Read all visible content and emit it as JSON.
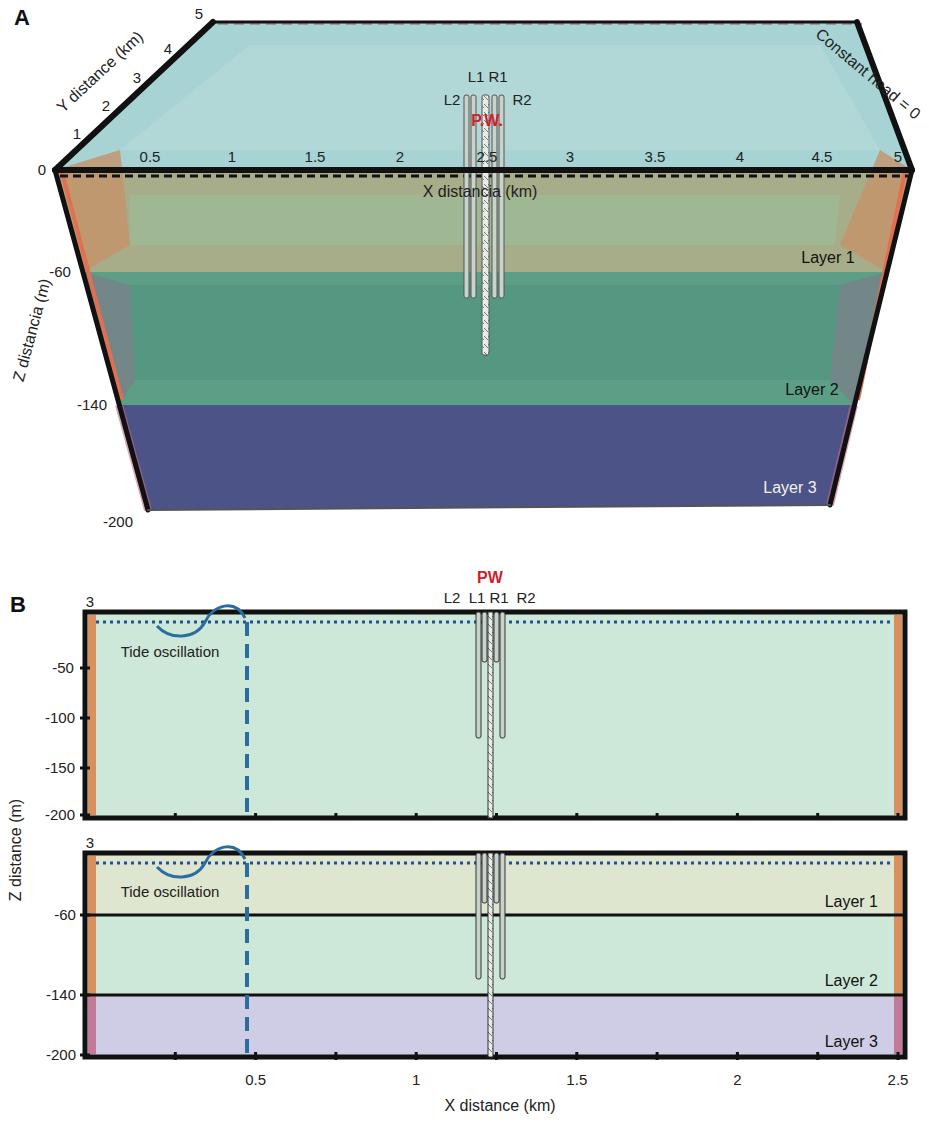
{
  "diagram": {
    "nodes": [
      {
        "text": [
          "Layer 1"
        ]
      },
      {
        "text": [
          "Layer 2"
        ]
      },
      {
        "text": [
          "Layer 3"
        ]
      }
    ],
    "labels": [
      "A",
      "Y distance (km)",
      "1",
      "2",
      "3",
      "4",
      "5",
      "0",
      "0.5",
      "1",
      "1.5",
      "2",
      "2.5",
      "3",
      "3.5",
      "4",
      "4.5",
      "5",
      "X distancia (km)",
      "Constant head = 0",
      "L1",
      "R1",
      "L2",
      "R2",
      "P.W.",
      "Z distancia (m)",
      "-60",
      "-140",
      "-200",
      "Layer 1",
      "Layer 2",
      "Layer 3",
      "B",
      "PW",
      "L2",
      "L1",
      "R1",
      "R2",
      "3",
      "Tide oscillation",
      "-50",
      "-100",
      "-150",
      "-200",
      "3",
      "Tide oscillation",
      "-60",
      "-140",
      "-200",
      "Z distance (m)",
      "0.5",
      "1",
      "1.5",
      "2",
      "2.5",
      "3",
      "3.5",
      "4",
      "4.5",
      "5",
      "X distance (km)"
    ]
  }
}
